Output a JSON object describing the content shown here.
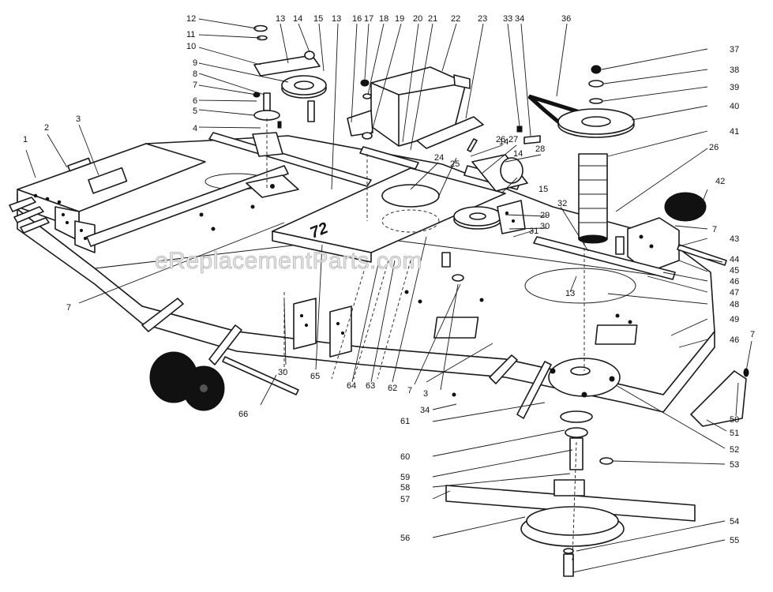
{
  "watermark": "eReplacementParts.com",
  "deck_stamp": "72",
  "callouts": [
    {
      "id": "c1",
      "text": "1"
    },
    {
      "id": "c2",
      "text": "2"
    },
    {
      "id": "c3a",
      "text": "3"
    },
    {
      "id": "c3b",
      "text": "3"
    },
    {
      "id": "c4",
      "text": "4"
    },
    {
      "id": "c5",
      "text": "5"
    },
    {
      "id": "c6",
      "text": "6"
    },
    {
      "id": "c7a",
      "text": "7"
    },
    {
      "id": "c7b",
      "text": "7"
    },
    {
      "id": "c7c",
      "text": "7"
    },
    {
      "id": "c7d",
      "text": "7"
    },
    {
      "id": "c7e",
      "text": "7"
    },
    {
      "id": "c8",
      "text": "8"
    },
    {
      "id": "c9",
      "text": "9"
    },
    {
      "id": "c10",
      "text": "10"
    },
    {
      "id": "c11",
      "text": "11"
    },
    {
      "id": "c12",
      "text": "12"
    },
    {
      "id": "c13a",
      "text": "13"
    },
    {
      "id": "c13b",
      "text": "13"
    },
    {
      "id": "c13c",
      "text": "13"
    },
    {
      "id": "c14a",
      "text": "14"
    },
    {
      "id": "c14b",
      "text": "14"
    },
    {
      "id": "c14c",
      "text": "14"
    },
    {
      "id": "c15a",
      "text": "15"
    },
    {
      "id": "c15b",
      "text": "15"
    },
    {
      "id": "c16",
      "text": "16"
    },
    {
      "id": "c17",
      "text": "17"
    },
    {
      "id": "c18",
      "text": "18"
    },
    {
      "id": "c19",
      "text": "19"
    },
    {
      "id": "c20",
      "text": "20"
    },
    {
      "id": "c21",
      "text": "21"
    },
    {
      "id": "c22",
      "text": "22"
    },
    {
      "id": "c23",
      "text": "23"
    },
    {
      "id": "c24",
      "text": "24"
    },
    {
      "id": "c25",
      "text": "25"
    },
    {
      "id": "c26a",
      "text": "26"
    },
    {
      "id": "c26b",
      "text": "26"
    },
    {
      "id": "c27",
      "text": "27"
    },
    {
      "id": "c28",
      "text": "28"
    },
    {
      "id": "c29",
      "text": "29"
    },
    {
      "id": "c30a",
      "text": "30"
    },
    {
      "id": "c30b",
      "text": "30"
    },
    {
      "id": "c31",
      "text": "31"
    },
    {
      "id": "c32",
      "text": "32"
    },
    {
      "id": "c33",
      "text": "33"
    },
    {
      "id": "c34a",
      "text": "34"
    },
    {
      "id": "c34b",
      "text": "34"
    },
    {
      "id": "c36",
      "text": "36"
    },
    {
      "id": "c37",
      "text": "37"
    },
    {
      "id": "c38",
      "text": "38"
    },
    {
      "id": "c39",
      "text": "39"
    },
    {
      "id": "c40",
      "text": "40"
    },
    {
      "id": "c41",
      "text": "41"
    },
    {
      "id": "c42",
      "text": "42"
    },
    {
      "id": "c43",
      "text": "43"
    },
    {
      "id": "c44",
      "text": "44"
    },
    {
      "id": "c45",
      "text": "45"
    },
    {
      "id": "c46a",
      "text": "46"
    },
    {
      "id": "c46b",
      "text": "46"
    },
    {
      "id": "c47",
      "text": "47"
    },
    {
      "id": "c48",
      "text": "48"
    },
    {
      "id": "c49",
      "text": "49"
    },
    {
      "id": "c50",
      "text": "50"
    },
    {
      "id": "c51",
      "text": "51"
    },
    {
      "id": "c52",
      "text": "52"
    },
    {
      "id": "c53",
      "text": "53"
    },
    {
      "id": "c54",
      "text": "54"
    },
    {
      "id": "c55",
      "text": "55"
    },
    {
      "id": "c56",
      "text": "56"
    },
    {
      "id": "c57",
      "text": "57"
    },
    {
      "id": "c58",
      "text": "58"
    },
    {
      "id": "c59",
      "text": "59"
    },
    {
      "id": "c60",
      "text": "60"
    },
    {
      "id": "c61",
      "text": "61"
    },
    {
      "id": "c62",
      "text": "62"
    },
    {
      "id": "c63",
      "text": "63"
    },
    {
      "id": "c64",
      "text": "64"
    },
    {
      "id": "c65",
      "text": "65"
    },
    {
      "id": "c66",
      "text": "66"
    }
  ]
}
